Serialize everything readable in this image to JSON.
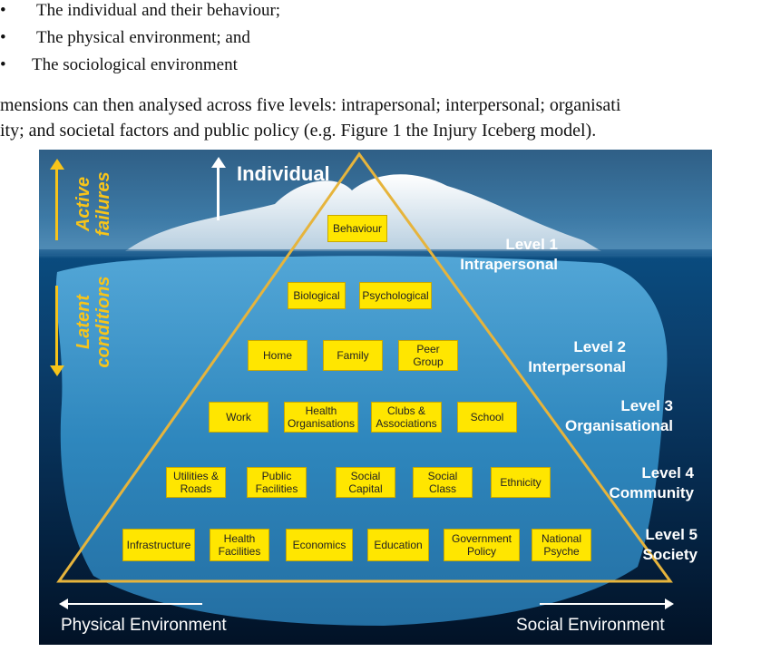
{
  "bullets": [
    "The individual and their behaviour;",
    "The physical environment; and",
    "The sociological environment"
  ],
  "bullet_char": "•",
  "paragraph": {
    "line1": "mensions can then analysed across five levels: intrapersonal; interpersonal; organisati",
    "line2": "ity; and societal factors and public policy (e.g. Figure 1 the Injury Iceberg model)."
  },
  "figure": {
    "top_label": "Individual",
    "active_failures": [
      "Active",
      "failures"
    ],
    "latent_conditions": [
      "Latent",
      "conditions"
    ],
    "levels": [
      {
        "number": "Level 1",
        "name": "Intrapersonal"
      },
      {
        "number": "Level 2",
        "name": "Interpersonal"
      },
      {
        "number": "Level 3",
        "name": "Organisational"
      },
      {
        "number": "Level 4",
        "name": "Community"
      },
      {
        "number": "Level 5",
        "name": "Society"
      }
    ],
    "boxes": {
      "row1": [
        "Behaviour"
      ],
      "row2": [
        "Biological",
        "Psychological"
      ],
      "row3": [
        "Home",
        "Family",
        "Peer\nGroup"
      ],
      "row4": [
        "Work",
        "Health\nOrganisations",
        "Clubs &\nAssociations",
        "School"
      ],
      "row5": [
        "Utilities &\nRoads",
        "Public\nFacilities",
        "Social\nCapital",
        "Social\nClass",
        "Ethnicity"
      ],
      "row6": [
        "Infrastructure",
        "Health\nFacilities",
        "Economics",
        "Education",
        "Government\nPolicy",
        "National\nPsyche"
      ]
    },
    "physical_env": "Physical Environment",
    "social_env": "Social Environment",
    "colors": {
      "box": "#ffe600",
      "triangle": "#e6b43c",
      "side_label": "#f7c41a"
    }
  }
}
